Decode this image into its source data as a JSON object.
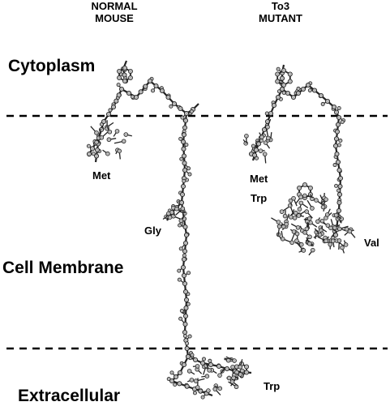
{
  "headers": {
    "normal_line1": "NORMAL",
    "normal_line2": "MOUSE",
    "mutant_line1": "To3",
    "mutant_line2": "MUTANT"
  },
  "regions": {
    "cytoplasm": "Cytoplasm",
    "membrane": "Cell Membrane",
    "extracellular": "Extracellular"
  },
  "residues": {
    "normal_met": "Met",
    "normal_gly": "Gly",
    "normal_trp": "Trp",
    "mutant_met": "Met",
    "mutant_trp": "Trp",
    "mutant_val": "Val"
  },
  "colors": {
    "line": "#000000",
    "atom_fill": "#b8b8b8",
    "bond": "#222222"
  }
}
